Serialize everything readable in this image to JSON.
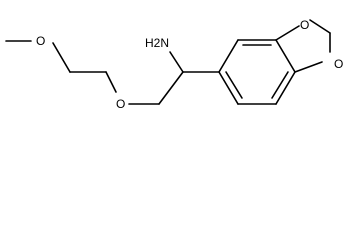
{
  "diagram": {
    "atoms": {
      "methoxy_oxygen": "O",
      "ether_oxygen": "O",
      "amine": "H2N",
      "ring_oxygen_top": "O",
      "ring_oxygen_bottom": "O"
    },
    "colors": {
      "bond": "#000000",
      "label": "#000000",
      "background": "#ffffff"
    }
  }
}
